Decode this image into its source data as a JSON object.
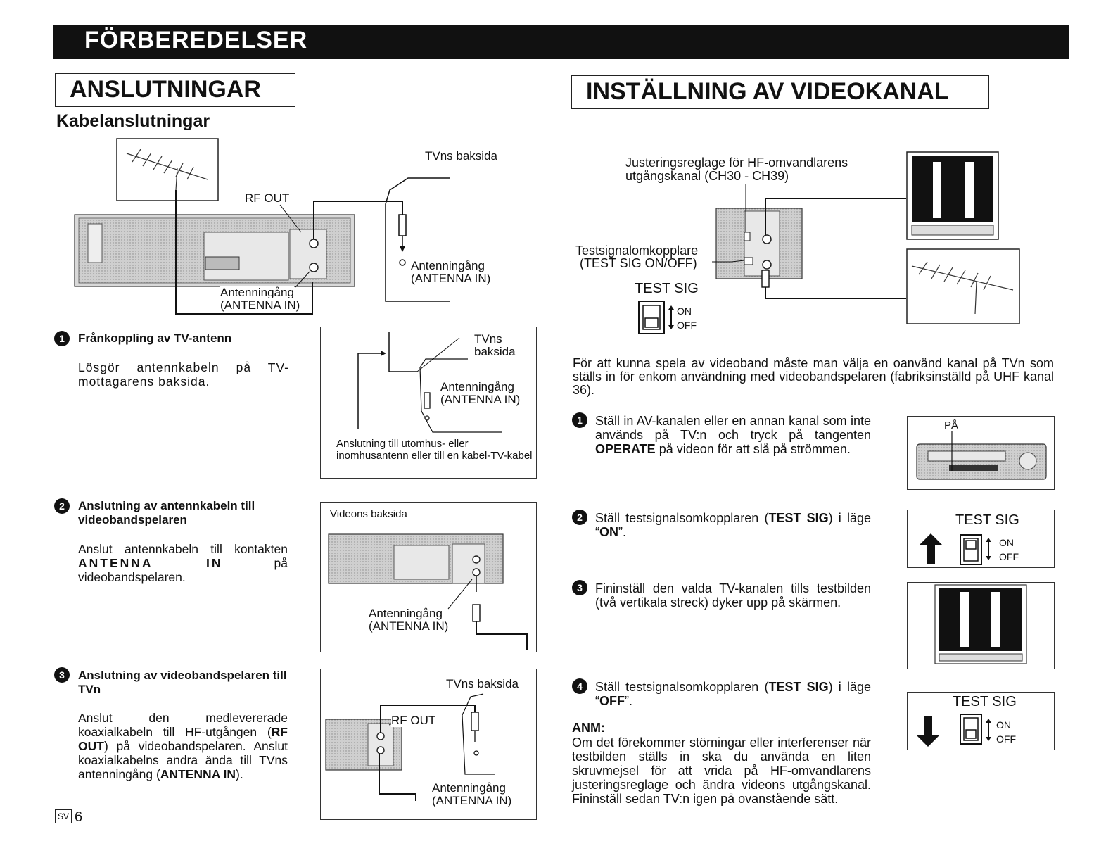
{
  "header": {
    "title": "FÖRBEREDELSER"
  },
  "left": {
    "section_title": "ANSLUTNINGAR",
    "subtitle": "Kabelanslutningar",
    "main_diagram": {
      "tv_back": "TVns baksida",
      "rf_out": "RF OUT",
      "antenna_in_right_1": "Antenningång",
      "antenna_in_right_2": "(ANTENNA IN)",
      "antenna_in_vcr_1": "Antenningång",
      "antenna_in_vcr_2": "(ANTENNA IN)"
    },
    "steps": [
      {
        "num": "1",
        "heading": "Frånkoppling av TV-antenn",
        "body": "Lösgör antennkabeln på TV-mottagarens baksida.",
        "panel": {
          "tv_back_1": "TVns",
          "tv_back_2": "baksida",
          "antenna_1": "Antenningång",
          "antenna_2": "(ANTENNA IN)",
          "caption": "Anslutning till utomhus- eller inomhusantenn eller till en kabel-TV-kabel"
        }
      },
      {
        "num": "2",
        "heading": "Anslutning av antennkabeln till videobandspelaren",
        "body_pre": "Anslut antennkabeln till kontakten ",
        "body_bold": "ANTENNA IN",
        "body_post": " på videobandspelaren.",
        "panel": {
          "title": "Videons baksida",
          "antenna_1": "Antenningång",
          "antenna_2": "(ANTENNA IN)"
        }
      },
      {
        "num": "3",
        "heading": "Anslutning av videobandspelaren till TVn",
        "body_1": "Anslut den medlevererade koaxialkabeln till HF-utgången (",
        "body_b1": "RF OUT",
        "body_2": ") på videobandspelaren. Anslut koaxialkabelns andra ända till TVns antenningång (",
        "body_b2": "ANTENNA IN",
        "body_3": ").",
        "panel": {
          "tv_back": "TVns baksida",
          "rf_out": "RF OUT",
          "antenna_1": "Antenningång",
          "antenna_2": "(ANTENNA IN)"
        }
      }
    ],
    "footer": {
      "badge": "SV",
      "page": "6"
    }
  },
  "right": {
    "section_title": "INSTÄLLNING AV VIDEOKANAL",
    "diagram": {
      "adjust_1": "Justeringsreglage för HF-omvandlarens",
      "adjust_2": "utgångskanal (CH30 - CH39)",
      "testsw_1": "Testsignalomkopplare",
      "testsw_2": "(TEST SIG ON/OFF)",
      "test_sig": "TEST SIG",
      "on": "ON",
      "off": "OFF"
    },
    "intro": "För att kunna spela av videoband måste man välja en oanvänd kanal på TVn som ställs in för enkom användning med videobandspelaren (fabriksinställd på UHF kanal 36).",
    "steps": [
      {
        "num": "1",
        "text_1": "Ställ in AV-kanalen eller en annan kanal som inte används på TV:n och tryck på tangenten ",
        "text_b": "OPERATE",
        "text_2": " på videon för att slå på strömmen.",
        "panel_label": "PÅ"
      },
      {
        "num": "2",
        "text_1": "Ställ testsignalsomkopplaren (",
        "text_b1": "TEST SIG",
        "text_2": ") i läge “",
        "text_b2": "ON",
        "text_3": "”.",
        "panel_title": "TEST SIG",
        "on": "ON",
        "off": "OFF"
      },
      {
        "num": "3",
        "text": "Fininställ den valda TV-kanalen tills testbilden (två vertikala streck) dyker upp på skärmen."
      },
      {
        "num": "4",
        "text_1": "Ställ testsignalsomkopplaren (",
        "text_b1": "TEST SIG",
        "text_2": ") i läge “",
        "text_b2": "OFF",
        "text_3": "”.",
        "panel_title": "TEST SIG",
        "on": "ON",
        "off": "OFF"
      }
    ],
    "note": {
      "title": "ANM:",
      "text": "Om det förekommer störningar eller interferenser när testbilden ställs in ska du använda en liten skruvmejsel för att vrida på HF-omvandlarens justeringsreglage och ändra videons utgångskanal. Fininställ sedan TV:n igen på ovanstående sätt."
    }
  }
}
